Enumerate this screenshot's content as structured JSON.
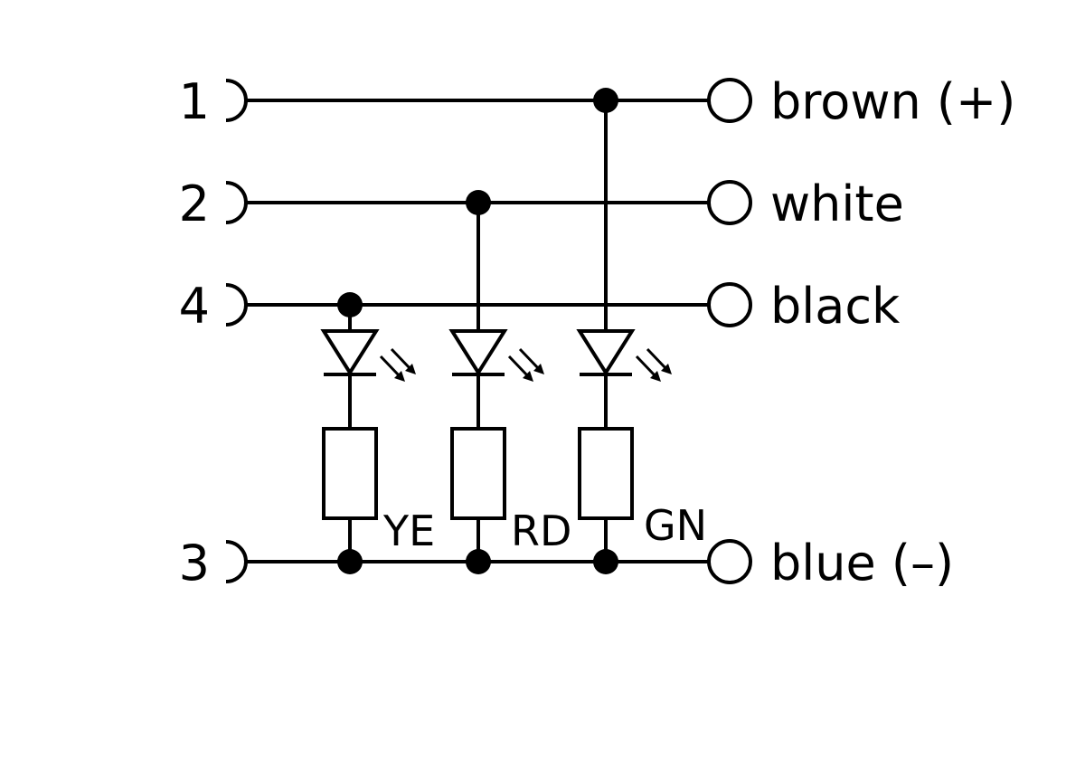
{
  "pins": [
    {
      "id": "pin1",
      "number": "1",
      "wire": "brown (+)"
    },
    {
      "id": "pin2",
      "number": "2",
      "wire": "white"
    },
    {
      "id": "pin4",
      "number": "4",
      "wire": "black"
    },
    {
      "id": "pin3",
      "number": "3",
      "wire": "blue (–)"
    }
  ],
  "leds": [
    {
      "id": "led-ye",
      "code": "YE"
    },
    {
      "id": "led-rd",
      "code": "RD"
    },
    {
      "id": "led-gn",
      "code": "GN"
    }
  ],
  "style": {
    "line_color": "#000000",
    "background": "#ffffff"
  }
}
